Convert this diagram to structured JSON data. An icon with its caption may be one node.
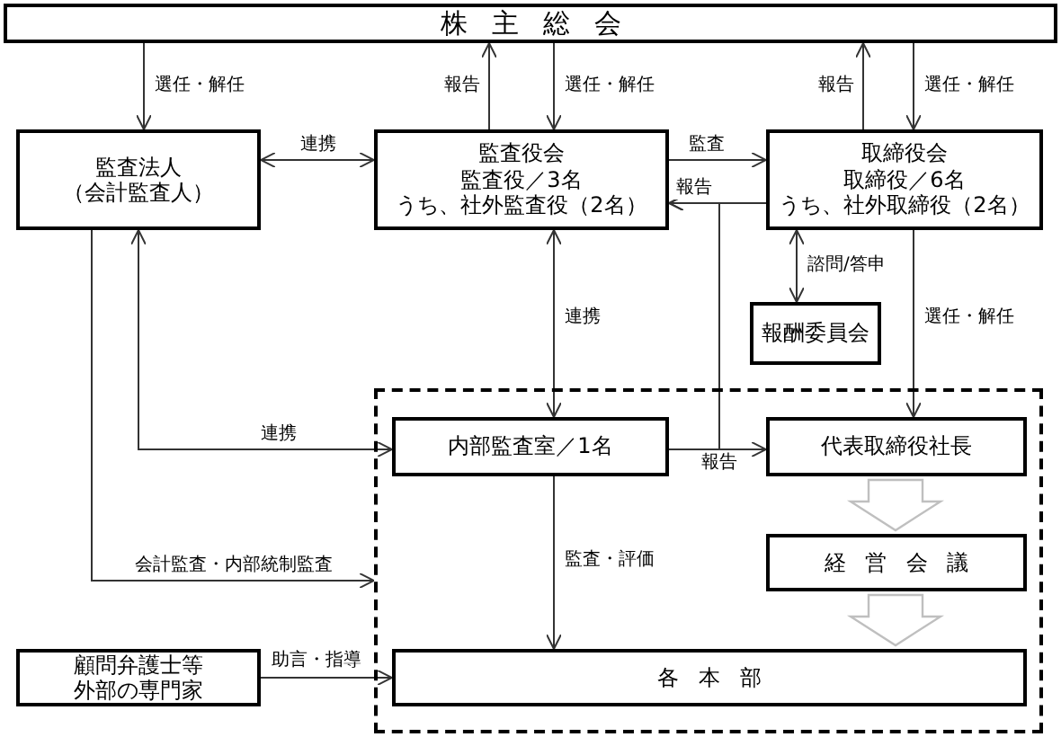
{
  "diagram": {
    "nodes": [
      {
        "text": [
          "株主総会"
        ]
      },
      {
        "text": [
          "監査法人",
          "（会計監査人）"
        ]
      },
      {
        "text": [
          "監査役会",
          "監査役／3名",
          "うち、社外監査役（2名）"
        ]
      },
      {
        "text": [
          "取締役会",
          "取締役／6名",
          "うち、社外取締役（2名）"
        ]
      },
      {
        "text": [
          "報酬委員会"
        ]
      },
      {
        "text": [],
        "shape": "box"
      },
      {
        "text": [
          "内部監査室／1名"
        ],
        "in": 5
      },
      {
        "text": [
          "代表取締役社長"
        ],
        "in": 5
      },
      {
        "text": [
          "経営会議"
        ],
        "in": 5
      },
      {
        "text": [
          "各本部"
        ],
        "in": 5
      },
      {
        "text": [
          "顧問弁護士等",
          "外部の専門家"
        ]
      }
    ],
    "edges": [
      {
        "from": 0,
        "to": 1,
        "arrow": "to",
        "label": "選任・解任"
      },
      {
        "from": 2,
        "to": 0,
        "arrow": "to",
        "label": "報告"
      },
      {
        "from": 0,
        "to": 2,
        "arrow": "to",
        "label": "選任・解任"
      },
      {
        "from": 3,
        "to": 0,
        "arrow": "to",
        "label": "報告"
      },
      {
        "from": 0,
        "to": 3,
        "arrow": "to",
        "label": "選任・解任"
      },
      {
        "from": 1,
        "to": 2,
        "arrow": "both",
        "label": "連携"
      },
      {
        "from": 2,
        "to": 3,
        "arrow": "to",
        "label": "監査"
      },
      {
        "from": 3,
        "to": 2,
        "arrow": "to",
        "label": "報告"
      },
      {
        "from": 3,
        "to": 4,
        "arrow": "both",
        "label": "諮問/答申"
      },
      {
        "from": 3,
        "to": 7,
        "arrow": "to",
        "label": "選任・解任"
      },
      {
        "from": 6,
        "to": 2,
        "arrow": "both",
        "label": "連携"
      },
      {
        "from": 1,
        "to": 6,
        "arrow": "both",
        "label": "連携"
      },
      {
        "from": 1,
        "to": 5,
        "arrow": "to",
        "label": "会計監査・内部統制監査"
      },
      {
        "from": 6,
        "to": 9,
        "arrow": "to",
        "label": "監査・評価"
      },
      {
        "from": 7,
        "to": 8,
        "arrow": "to",
        "style": "thick",
        "color": "#bfbfbf"
      },
      {
        "from": 8,
        "to": 9,
        "arrow": "to",
        "style": "thick",
        "color": "#bfbfbf"
      },
      {
        "from": 10,
        "to": 9,
        "arrow": "to",
        "label": "助言・指導"
      },
      {
        "from": 6,
        "to": 7,
        "arrow": "to",
        "label": "報告"
      },
      {
        "from": 6,
        "to": 2,
        "arrow": "to"
      }
    ]
  }
}
